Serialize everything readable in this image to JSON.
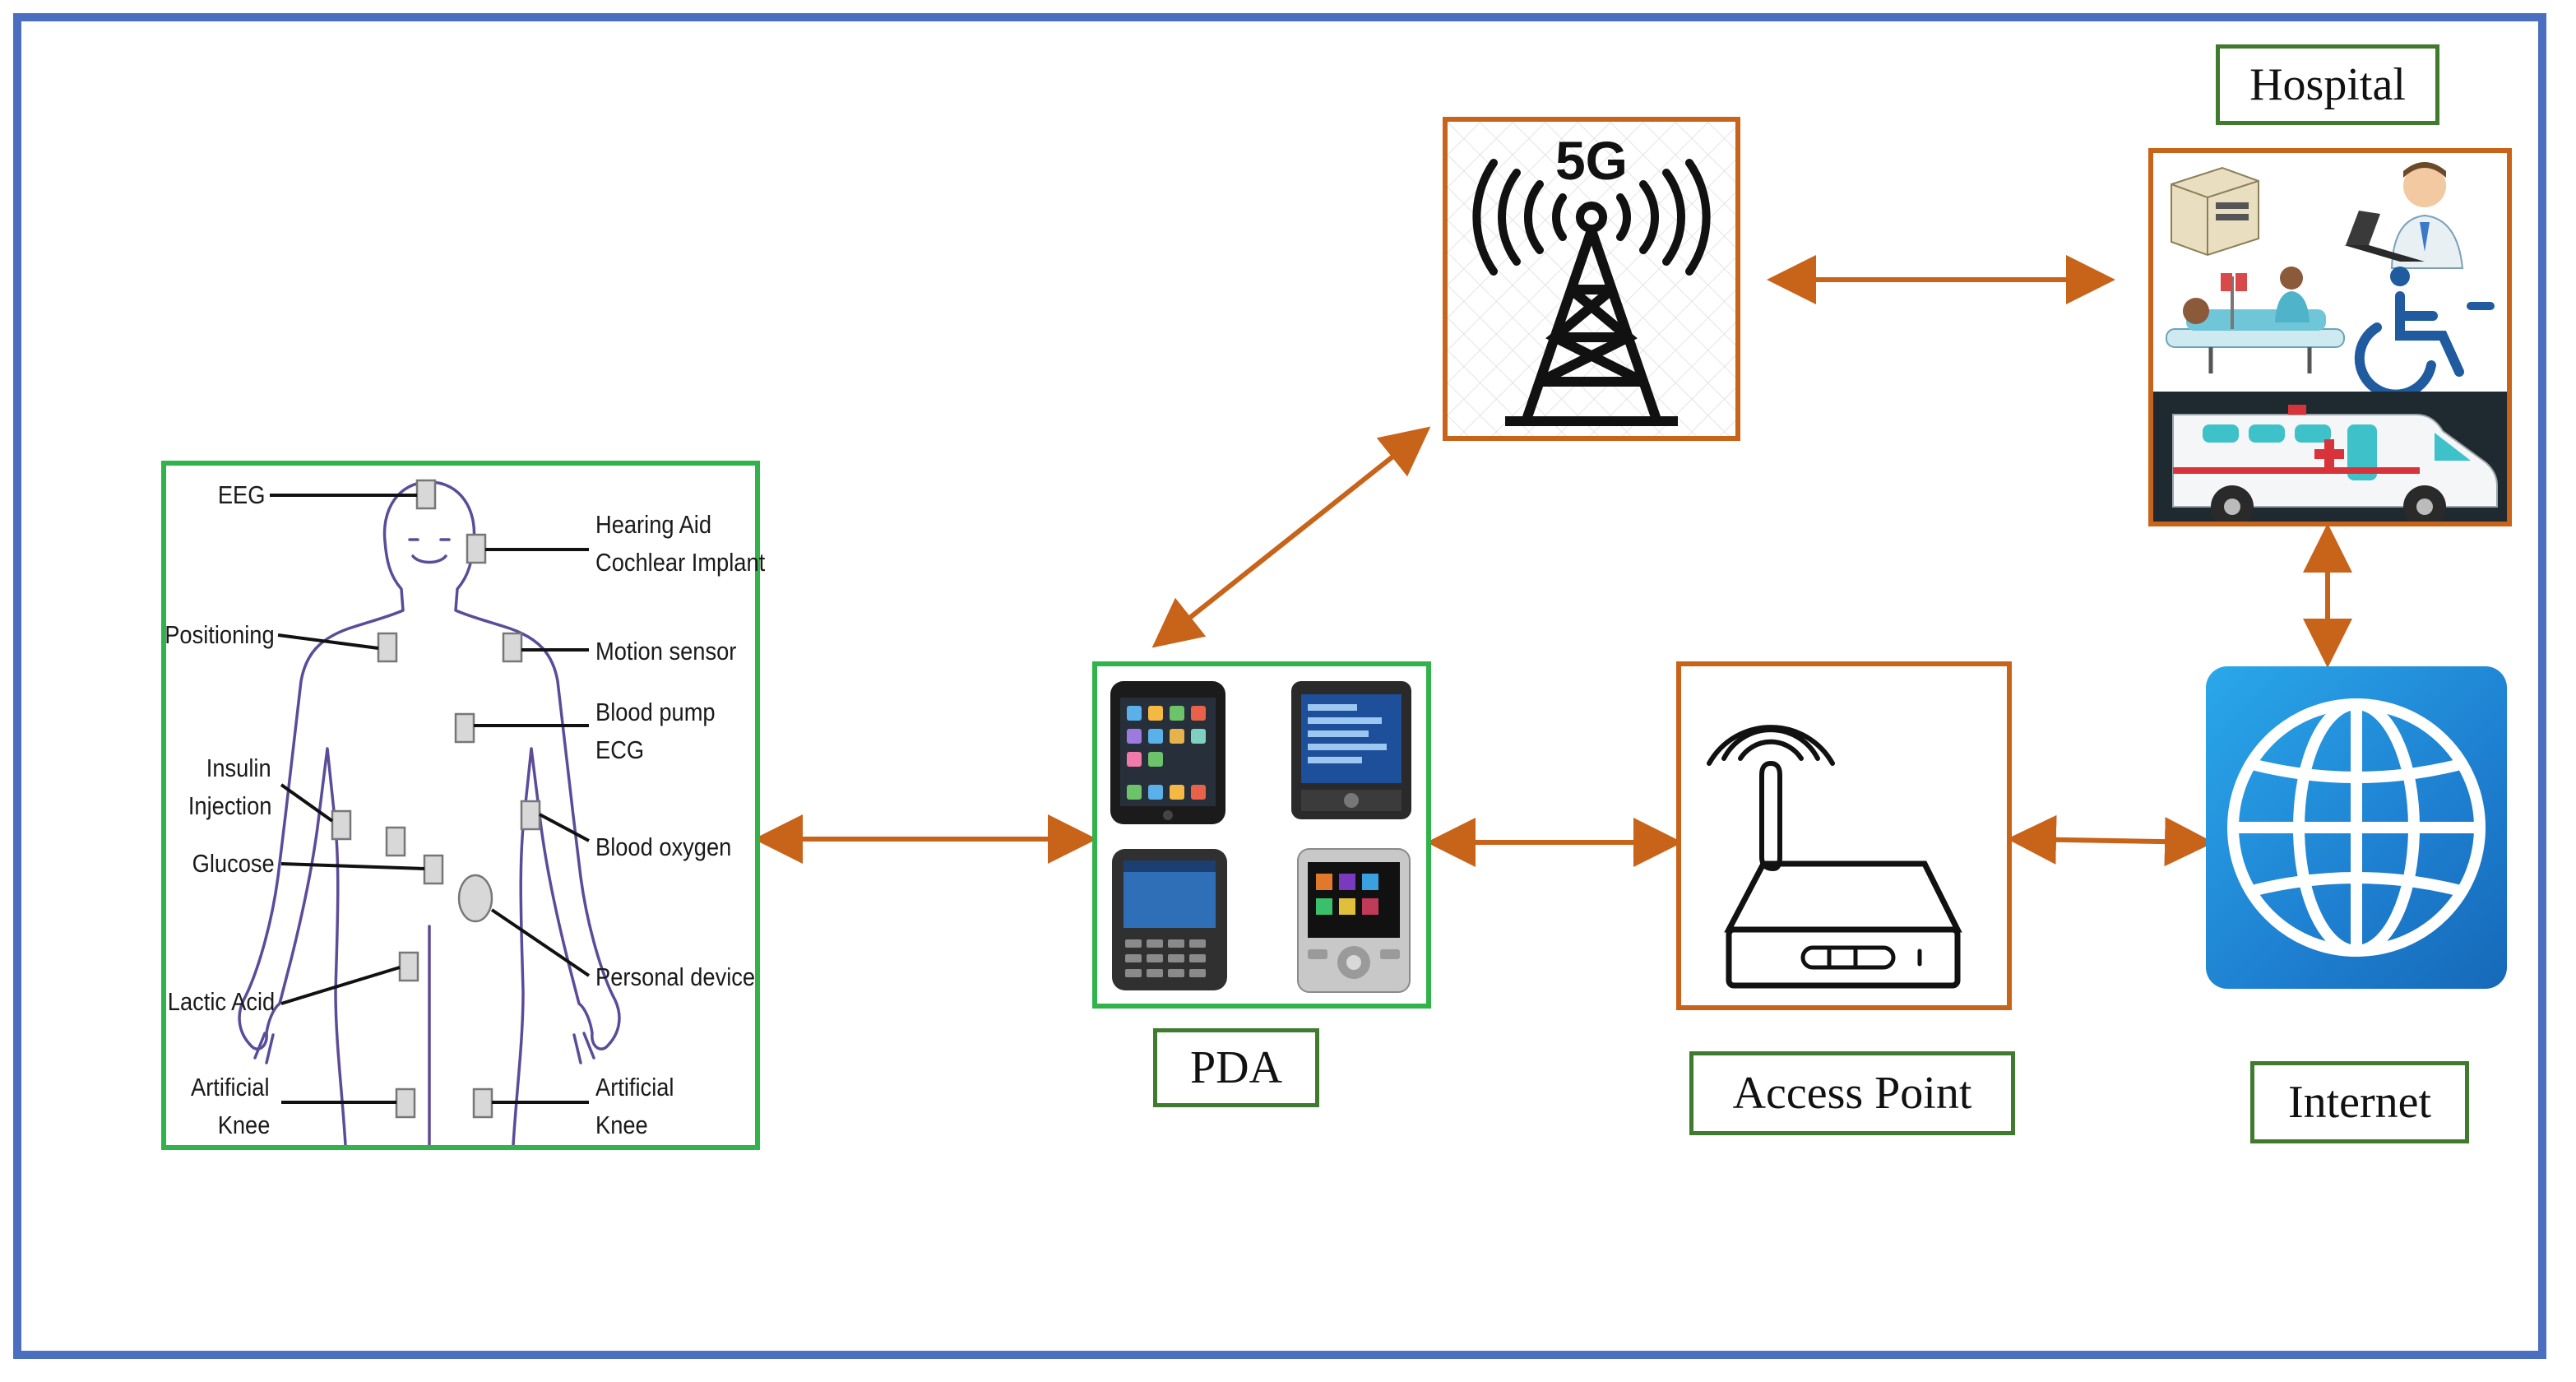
{
  "labels": {
    "hospital": "Hospital",
    "pda": "PDA",
    "access_point": "Access Point",
    "internet": "Internet",
    "network": "5G"
  },
  "body_sensors": {
    "eeg": "EEG",
    "hearing_aid": "Hearing Aid",
    "cochlear_implant": "Cochlear Implant",
    "positioning": "Positioning",
    "motion_sensor": "Motion sensor",
    "blood_pump": "Blood pump",
    "ecg": "ECG",
    "insulin": "Insulin",
    "injection": "Injection",
    "blood_oxygen": "Blood oxygen",
    "glucose": "Glucose",
    "personal_device": "Personal device",
    "lactic_acid": "Lactic Acid",
    "artificial_left_1": "Artificial",
    "knee_left": "Knee",
    "artificial_right_1": "Artificial",
    "knee_right": "Knee"
  },
  "colors": {
    "frame_border": "#4a6fc1",
    "arrow": "#c8631a",
    "green_border": "#2fb34a",
    "label_border": "#3f7a2e",
    "body_outline": "#5b4c99",
    "globe_blue": "#1e88d8"
  },
  "icons": [
    "human-body-icon",
    "cell-tower-icon",
    "mobile-devices-icon",
    "router-icon",
    "globe-icon",
    "hospital-collage-icon"
  ]
}
